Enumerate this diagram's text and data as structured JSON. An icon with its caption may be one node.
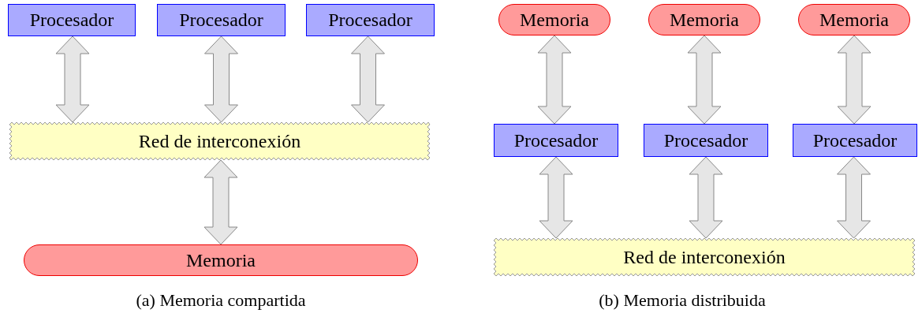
{
  "diagram": {
    "nodes": [
      {
        "text": [
          "Procesador"
        ]
      },
      {
        "text": [
          "Procesador"
        ]
      },
      {
        "text": [
          "Procesador"
        ]
      },
      {
        "text": [
          "Red de interconexión"
        ]
      },
      {
        "text": [
          "Memoria"
        ]
      },
      {
        "text": [
          "Memoria"
        ]
      },
      {
        "text": [
          "Memoria"
        ]
      },
      {
        "text": [
          "Memoria"
        ]
      },
      {
        "text": [
          "Procesador"
        ]
      },
      {
        "text": [
          "Procesador"
        ]
      },
      {
        "text": [
          "Procesador"
        ]
      },
      {
        "text": [
          "Red de interconexión"
        ]
      }
    ],
    "edges": [
      {
        "from": 0,
        "to": 3,
        "arrow": "both"
      },
      {
        "from": 1,
        "to": 3,
        "arrow": "both"
      },
      {
        "from": 2,
        "to": 3,
        "arrow": "both"
      },
      {
        "from": 3,
        "to": 4,
        "arrow": "both"
      },
      {
        "from": 5,
        "to": 8,
        "arrow": "both"
      },
      {
        "from": 6,
        "to": 9,
        "arrow": "both"
      },
      {
        "from": 7,
        "to": 10,
        "arrow": "both"
      },
      {
        "from": 8,
        "to": 11,
        "arrow": "both"
      },
      {
        "from": 9,
        "to": 11,
        "arrow": "both"
      },
      {
        "from": 10,
        "to": 11,
        "arrow": "both"
      }
    ],
    "labels": [
      "(a) Memoria compartida",
      "(b) Memoria distribuida"
    ]
  }
}
